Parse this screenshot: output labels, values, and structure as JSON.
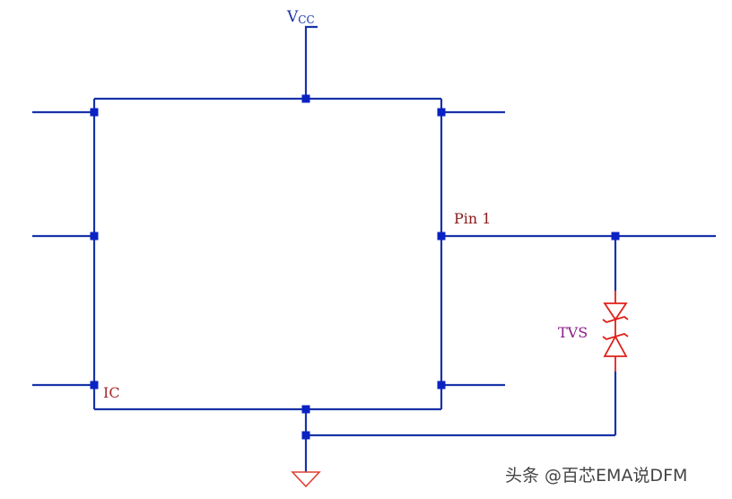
{
  "diagram": {
    "vcc_label": "V",
    "vcc_subscript": "CC",
    "ic_label": "IC",
    "pin_label": "Pin 1",
    "tvs_label": "TVS",
    "watermark": "头条 @百芯EMA说DFM"
  },
  "colors": {
    "wire": "#1733a8",
    "node": "#0a22c4",
    "ic_label": "#a52a2a",
    "pin_label": "#8b1a1a",
    "tvs_label": "#8b1a8b",
    "tvs_symbol": "#e0201a",
    "ground_symbol": "#e04030",
    "watermark": "#222222"
  }
}
